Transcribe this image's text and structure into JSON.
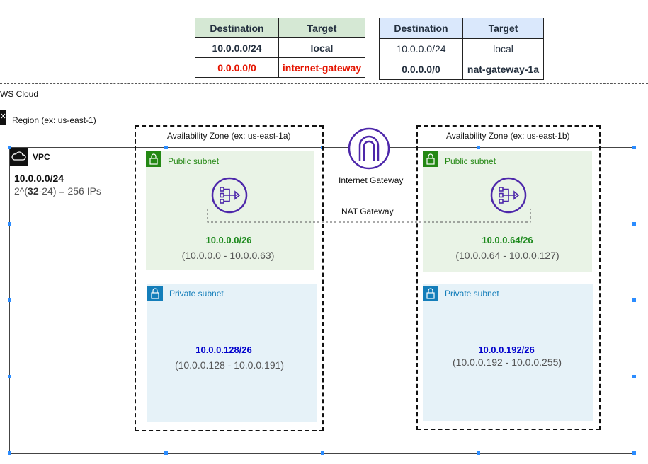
{
  "route_tables": {
    "public": {
      "headers": [
        "Destination",
        "Target"
      ],
      "rows": [
        [
          "10.0.0.0/24",
          "local"
        ],
        [
          "0.0.0.0/0",
          "internet-gateway"
        ]
      ]
    },
    "private": {
      "headers": [
        "Destination",
        "Target"
      ],
      "rows": [
        [
          "10.0.0.0/24",
          "local"
        ],
        [
          "0.0.0.0/0",
          "nat-gateway-1a"
        ]
      ]
    }
  },
  "cloud": {
    "label": "WS Cloud"
  },
  "region": {
    "label": "Region (ex: us-east-1)"
  },
  "vpc": {
    "label": "VPC",
    "cidr": "10.0.0.0/24",
    "calc_prefix": "2^(",
    "calc_bold": "32",
    "calc_suffix": "-24) = 256 IPs"
  },
  "availability_zones": [
    {
      "label": "Availability Zone (ex: us-east-1a)",
      "public_subnet": {
        "label": "Public subnet",
        "cidr": "10.0.0.0/26",
        "range": "(10.0.0.0 - 10.0.0.63)"
      },
      "private_subnet": {
        "label": "Private subnet",
        "cidr": "10.0.0.128/26",
        "range": "(10.0.0.128 - 10.0.0.191)"
      }
    },
    {
      "label": "Availability Zone (ex: us-east-1b)",
      "public_subnet": {
        "label": "Public subnet",
        "cidr": "10.0.0.64/26",
        "range": "(10.0.0.64 - 10.0.0.127)"
      },
      "private_subnet": {
        "label": "Private subnet",
        "cidr": "10.0.0.192/26",
        "range": "(10.0.0.192 - 10.0.0.255)"
      }
    }
  ],
  "internet_gateway": {
    "label": "Internet Gateway"
  },
  "nat_gateway": {
    "label": "NAT Gateway"
  },
  "colors": {
    "public_green": "#248814",
    "private_blue": "#147eba",
    "purple": "#8c4fff",
    "red": "#e51400",
    "cidr_green": "#1e8a1e",
    "cidr_blue": "#0000cc"
  },
  "icons": [
    "lock-icon",
    "cloud-icon",
    "flag-icon",
    "nat-gateway-icon",
    "internet-gateway-icon"
  ]
}
